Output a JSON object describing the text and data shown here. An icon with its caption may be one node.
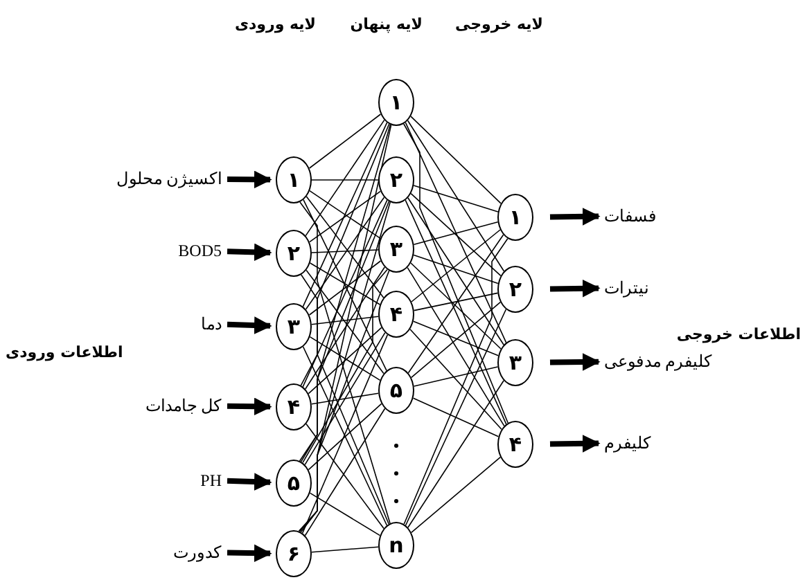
{
  "diagram": {
    "nodes": [
      {
        "text": [
          "اکسیژن محلول"
        ]
      },
      {
        "text": [
          "BOD5"
        ]
      },
      {
        "text": [
          "دما"
        ]
      },
      {
        "text": [
          "کل جامدات"
        ]
      },
      {
        "text": [
          "PH"
        ]
      },
      {
        "text": [
          "کدورت"
        ]
      },
      {
        "text": [
          "۱"
        ]
      },
      {
        "text": [
          "۲"
        ]
      },
      {
        "text": [
          "۳"
        ]
      },
      {
        "text": [
          "۴"
        ]
      },
      {
        "text": [
          "۵"
        ]
      },
      {
        "text": [
          "۶"
        ]
      },
      {
        "text": [
          "۱"
        ]
      },
      {
        "text": [
          "۲"
        ]
      },
      {
        "text": [
          "۳"
        ]
      },
      {
        "text": [
          "۴"
        ]
      },
      {
        "text": [
          "۵"
        ]
      },
      {
        "text": [
          "n"
        ]
      },
      {
        "text": [
          "۱"
        ]
      },
      {
        "text": [
          "۲"
        ]
      },
      {
        "text": [
          "۳"
        ]
      },
      {
        "text": [
          "۴"
        ]
      },
      {
        "text": [
          "فسفات"
        ]
      },
      {
        "text": [
          "نیترات"
        ]
      },
      {
        "text": [
          "کلیفرم مدفوعی"
        ]
      },
      {
        "text": [
          "کلیفرم"
        ]
      }
    ],
    "edges": [
      {
        "from": 0,
        "to": 6,
        "arrow": "to",
        "style": "thick"
      },
      {
        "from": 1,
        "to": 7,
        "arrow": "to",
        "style": "thick"
      },
      {
        "from": 2,
        "to": 8,
        "arrow": "to",
        "style": "thick"
      },
      {
        "from": 3,
        "to": 9,
        "arrow": "to",
        "style": "thick"
      },
      {
        "from": 4,
        "to": 10,
        "arrow": "to",
        "style": "thick"
      },
      {
        "from": 5,
        "to": 11,
        "arrow": "to",
        "style": "thick"
      },
      {
        "from": 6,
        "to": 12,
        "arrow": "none"
      },
      {
        "from": 6,
        "to": 13,
        "arrow": "none"
      },
      {
        "from": 6,
        "to": 14,
        "arrow": "none"
      },
      {
        "from": 6,
        "to": 15,
        "arrow": "none"
      },
      {
        "from": 6,
        "to": 16,
        "arrow": "none"
      },
      {
        "from": 6,
        "to": 17,
        "arrow": "none"
      },
      {
        "from": 7,
        "to": 12,
        "arrow": "none"
      },
      {
        "from": 7,
        "to": 13,
        "arrow": "none"
      },
      {
        "from": 7,
        "to": 14,
        "arrow": "none"
      },
      {
        "from": 7,
        "to": 15,
        "arrow": "none"
      },
      {
        "from": 7,
        "to": 16,
        "arrow": "none"
      },
      {
        "from": 7,
        "to": 17,
        "arrow": "none"
      },
      {
        "from": 8,
        "to": 12,
        "arrow": "none"
      },
      {
        "from": 8,
        "to": 13,
        "arrow": "none"
      },
      {
        "from": 8,
        "to": 14,
        "arrow": "none"
      },
      {
        "from": 8,
        "to": 15,
        "arrow": "none"
      },
      {
        "from": 8,
        "to": 16,
        "arrow": "none"
      },
      {
        "from": 8,
        "to": 17,
        "arrow": "none"
      },
      {
        "from": 9,
        "to": 12,
        "arrow": "none"
      },
      {
        "from": 9,
        "to": 13,
        "arrow": "none"
      },
      {
        "from": 9,
        "to": 14,
        "arrow": "none"
      },
      {
        "from": 9,
        "to": 15,
        "arrow": "none"
      },
      {
        "from": 9,
        "to": 16,
        "arrow": "none"
      },
      {
        "from": 9,
        "to": 17,
        "arrow": "none"
      },
      {
        "from": 10,
        "to": 12,
        "arrow": "none"
      },
      {
        "from": 10,
        "to": 13,
        "arrow": "none"
      },
      {
        "from": 10,
        "to": 14,
        "arrow": "none"
      },
      {
        "from": 10,
        "to": 15,
        "arrow": "none"
      },
      {
        "from": 10,
        "to": 16,
        "arrow": "none"
      },
      {
        "from": 10,
        "to": 17,
        "arrow": "none"
      },
      {
        "from": 11,
        "to": 12,
        "arrow": "none"
      },
      {
        "from": 11,
        "to": 13,
        "arrow": "none"
      },
      {
        "from": 11,
        "to": 14,
        "arrow": "none"
      },
      {
        "from": 11,
        "to": 15,
        "arrow": "none"
      },
      {
        "from": 11,
        "to": 16,
        "arrow": "none"
      },
      {
        "from": 11,
        "to": 17,
        "arrow": "none"
      },
      {
        "from": 12,
        "to": 18,
        "arrow": "none"
      },
      {
        "from": 12,
        "to": 19,
        "arrow": "none"
      },
      {
        "from": 12,
        "to": 20,
        "arrow": "none"
      },
      {
        "from": 12,
        "to": 21,
        "arrow": "none"
      },
      {
        "from": 13,
        "to": 18,
        "arrow": "none"
      },
      {
        "from": 13,
        "to": 19,
        "arrow": "none"
      },
      {
        "from": 13,
        "to": 20,
        "arrow": "none"
      },
      {
        "from": 13,
        "to": 21,
        "arrow": "none"
      },
      {
        "from": 14,
        "to": 18,
        "arrow": "none"
      },
      {
        "from": 14,
        "to": 19,
        "arrow": "none"
      },
      {
        "from": 14,
        "to": 20,
        "arrow": "none"
      },
      {
        "from": 14,
        "to": 21,
        "arrow": "none"
      },
      {
        "from": 15,
        "to": 18,
        "arrow": "none"
      },
      {
        "from": 15,
        "to": 19,
        "arrow": "none"
      },
      {
        "from": 15,
        "to": 20,
        "arrow": "none"
      },
      {
        "from": 15,
        "to": 21,
        "arrow": "none"
      },
      {
        "from": 16,
        "to": 18,
        "arrow": "none"
      },
      {
        "from": 16,
        "to": 19,
        "arrow": "none"
      },
      {
        "from": 16,
        "to": 20,
        "arrow": "none"
      },
      {
        "from": 16,
        "to": 21,
        "arrow": "none"
      },
      {
        "from": 17,
        "to": 18,
        "arrow": "none"
      },
      {
        "from": 17,
        "to": 19,
        "arrow": "none"
      },
      {
        "from": 17,
        "to": 20,
        "arrow": "none"
      },
      {
        "from": 17,
        "to": 21,
        "arrow": "none"
      },
      {
        "from": 18,
        "to": 22,
        "arrow": "to",
        "style": "thick"
      },
      {
        "from": 19,
        "to": 23,
        "arrow": "to",
        "style": "thick"
      },
      {
        "from": 20,
        "to": 24,
        "arrow": "to",
        "style": "thick"
      },
      {
        "from": 21,
        "to": 25,
        "arrow": "to",
        "style": "thick"
      }
    ],
    "labels": [
      "لایه ورودی",
      "لایه پنهان",
      "لایه خروجی",
      "اطلاعات ورودی",
      "اطلاعات خروجی"
    ]
  }
}
